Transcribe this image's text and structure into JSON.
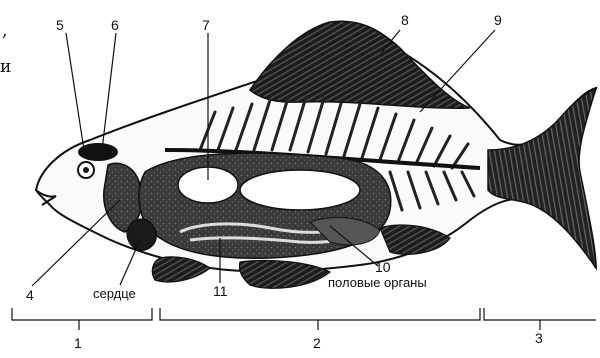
{
  "figure": {
    "numbers": {
      "n1": "1",
      "n2": "2",
      "n3": "3",
      "n4": "4",
      "n5": "5",
      "n6": "6",
      "n7": "7",
      "n8": "8",
      "n9": "9",
      "n10": "10",
      "n11": "11"
    },
    "labels": {
      "heart": "сердце",
      "gonads": "половые органы"
    },
    "edge_fragments": {
      "comma": ",",
      "letter": "и"
    }
  }
}
